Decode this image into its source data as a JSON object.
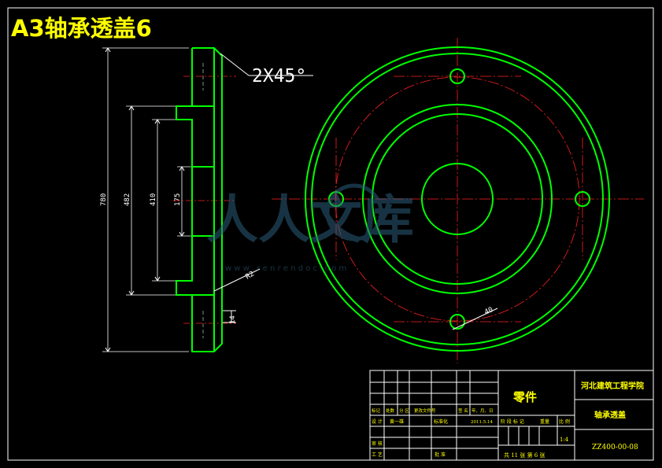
{
  "title": "A3轴承透盖6",
  "annotations": {
    "chamfer": "2X45°",
    "radius": "R2",
    "dim_780": "780",
    "dim_482": "482",
    "dim_410": "410",
    "dim_175": "175",
    "dim_40": "40",
    "dim_14": "14"
  },
  "watermark": {
    "text": "人人文库",
    "url": "w w w . r e n r e n d o c . c o m"
  },
  "title_block": {
    "part_label": "零件",
    "school": "河北建筑工程学院",
    "part_name": "轴承透盖",
    "drawing_no": "ZZ400-00-08",
    "scale": "1:4",
    "sheets": "共 11 张   第 6 张",
    "rev_headers": [
      "标记",
      "处数",
      "分 区",
      "更改文件号",
      "签 名",
      "年、月、日"
    ],
    "design_label": "设 计",
    "designer": "黄一雄",
    "standard_label": "标准化",
    "date": "2011.5.14",
    "stage_header": "阶 段 标 记",
    "weight_header": "重量",
    "scale_header": "比 例",
    "review_label": "审 核",
    "process_label": "工 艺",
    "approve_label": "批 准"
  }
}
